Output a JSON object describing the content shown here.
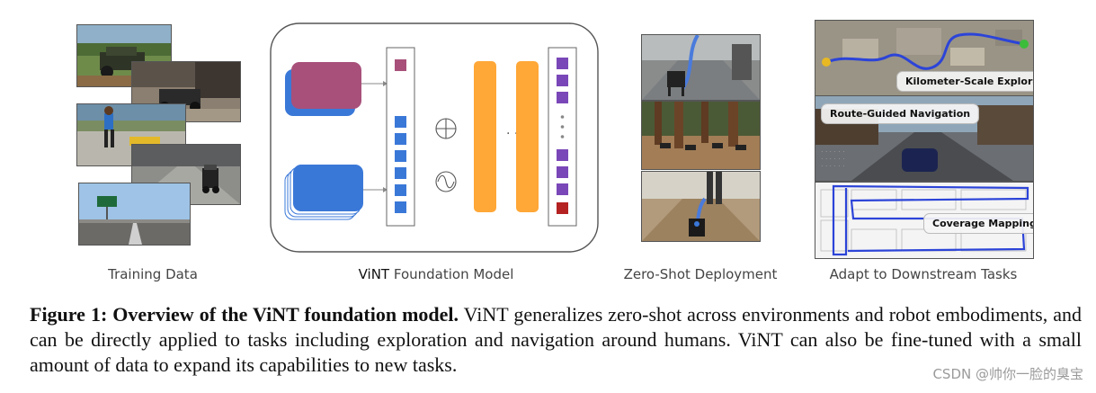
{
  "panels": {
    "training": {
      "label": "Training Data"
    },
    "model": {
      "label_prefix": "ViNT",
      "label_suffix": " Foundation Model"
    },
    "deployment": {
      "label": "Zero-Shot Deployment"
    },
    "downstream": {
      "label": "Adapt to Downstream Tasks",
      "tasks": [
        "Kilometer-Scale Exploration",
        "Route-Guided Navigation",
        "Coverage Mapping"
      ]
    }
  },
  "model_diagram": {
    "dots": "· · ·",
    "colors": {
      "goal_image": "#a8507a",
      "obs_image": "#3a78d8",
      "token_purple": "#7a47b8",
      "token_blue": "#3a78d8",
      "token_red": "#b42222",
      "transformer": "#ffa737"
    }
  },
  "caption": {
    "title": "Figure 1: Overview of the ViNT foundation model.",
    "body": " ViNT generalizes zero-shot across environments and robot embodiments, and can be directly applied to tasks including exploration and navigation around humans. ViNT can also be fine-tuned with a small amount of data to expand its capabilities to new tasks."
  },
  "watermark": "CSDN @帅你一脸的臭宝"
}
